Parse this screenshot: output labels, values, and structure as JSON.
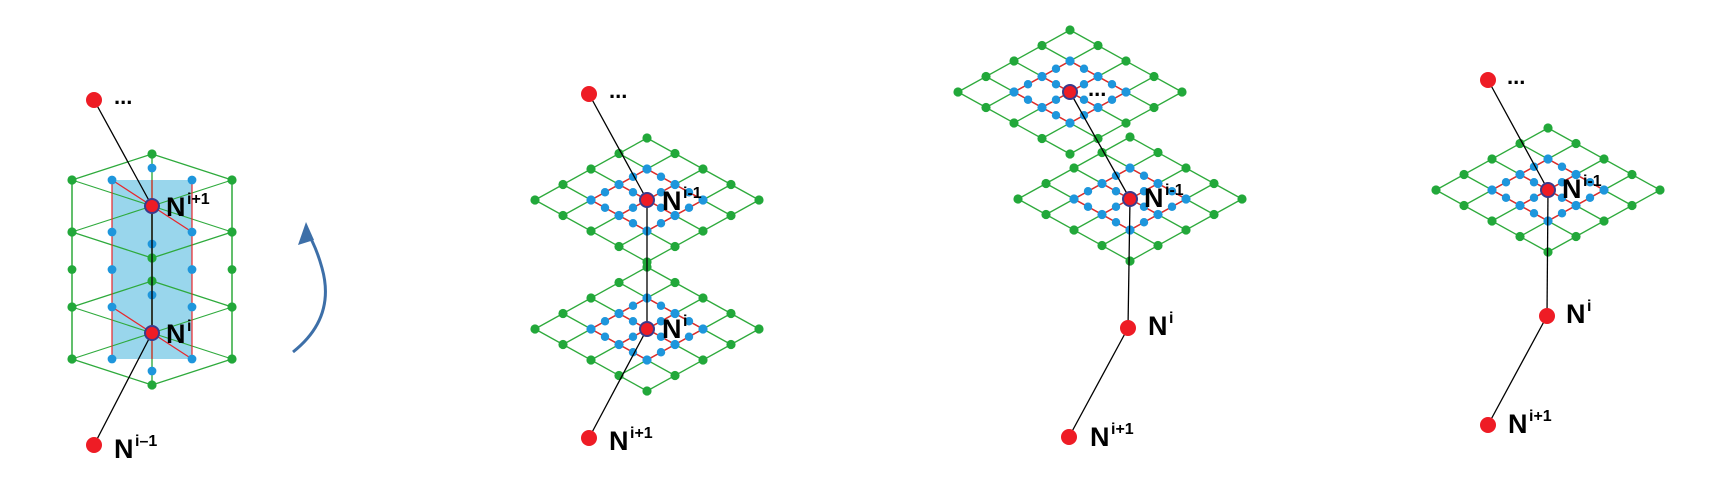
{
  "colors": {
    "background": "#ffffff",
    "grid_line": "#2eaa3c",
    "grid_node": "#22a83a",
    "inner_line": "#e8262b",
    "inner_node": "#1e96dc",
    "chain_node": "#ee1c25",
    "chain_line": "#000000",
    "prism_fill": "#8ed2ea",
    "arrow": "#3d6fa8"
  },
  "panels": [
    {
      "id": "panel-1",
      "labels": [
        {
          "role": "ellipsis",
          "text": "..."
        },
        {
          "role": "node",
          "base": "N",
          "sup": "i+1"
        },
        {
          "role": "node",
          "base": "N",
          "sup": "i"
        },
        {
          "role": "node",
          "base": "N",
          "sup": "i–1"
        }
      ],
      "arrow_icon": "curved-rotation-arrow-icon"
    },
    {
      "id": "panel-2",
      "labels": [
        {
          "role": "ellipsis",
          "text": "..."
        },
        {
          "role": "node",
          "base": "N",
          "sup": "i-1"
        },
        {
          "role": "node",
          "base": "N",
          "sup": "i"
        },
        {
          "role": "node",
          "base": "N",
          "sup": "i+1"
        }
      ]
    },
    {
      "id": "panel-3",
      "labels": [
        {
          "role": "ellipsis",
          "text": "..."
        },
        {
          "role": "node",
          "base": "N",
          "sup": "i-1"
        },
        {
          "role": "node",
          "base": "N",
          "sup": "i"
        },
        {
          "role": "node",
          "base": "N",
          "sup": "i+1"
        }
      ]
    },
    {
      "id": "panel-4",
      "labels": [
        {
          "role": "ellipsis",
          "text": "..."
        },
        {
          "role": "node",
          "base": "N",
          "sup": "i-1"
        },
        {
          "role": "node",
          "base": "N",
          "sup": "i"
        },
        {
          "role": "node",
          "base": "N",
          "sup": "i+1"
        }
      ]
    }
  ]
}
